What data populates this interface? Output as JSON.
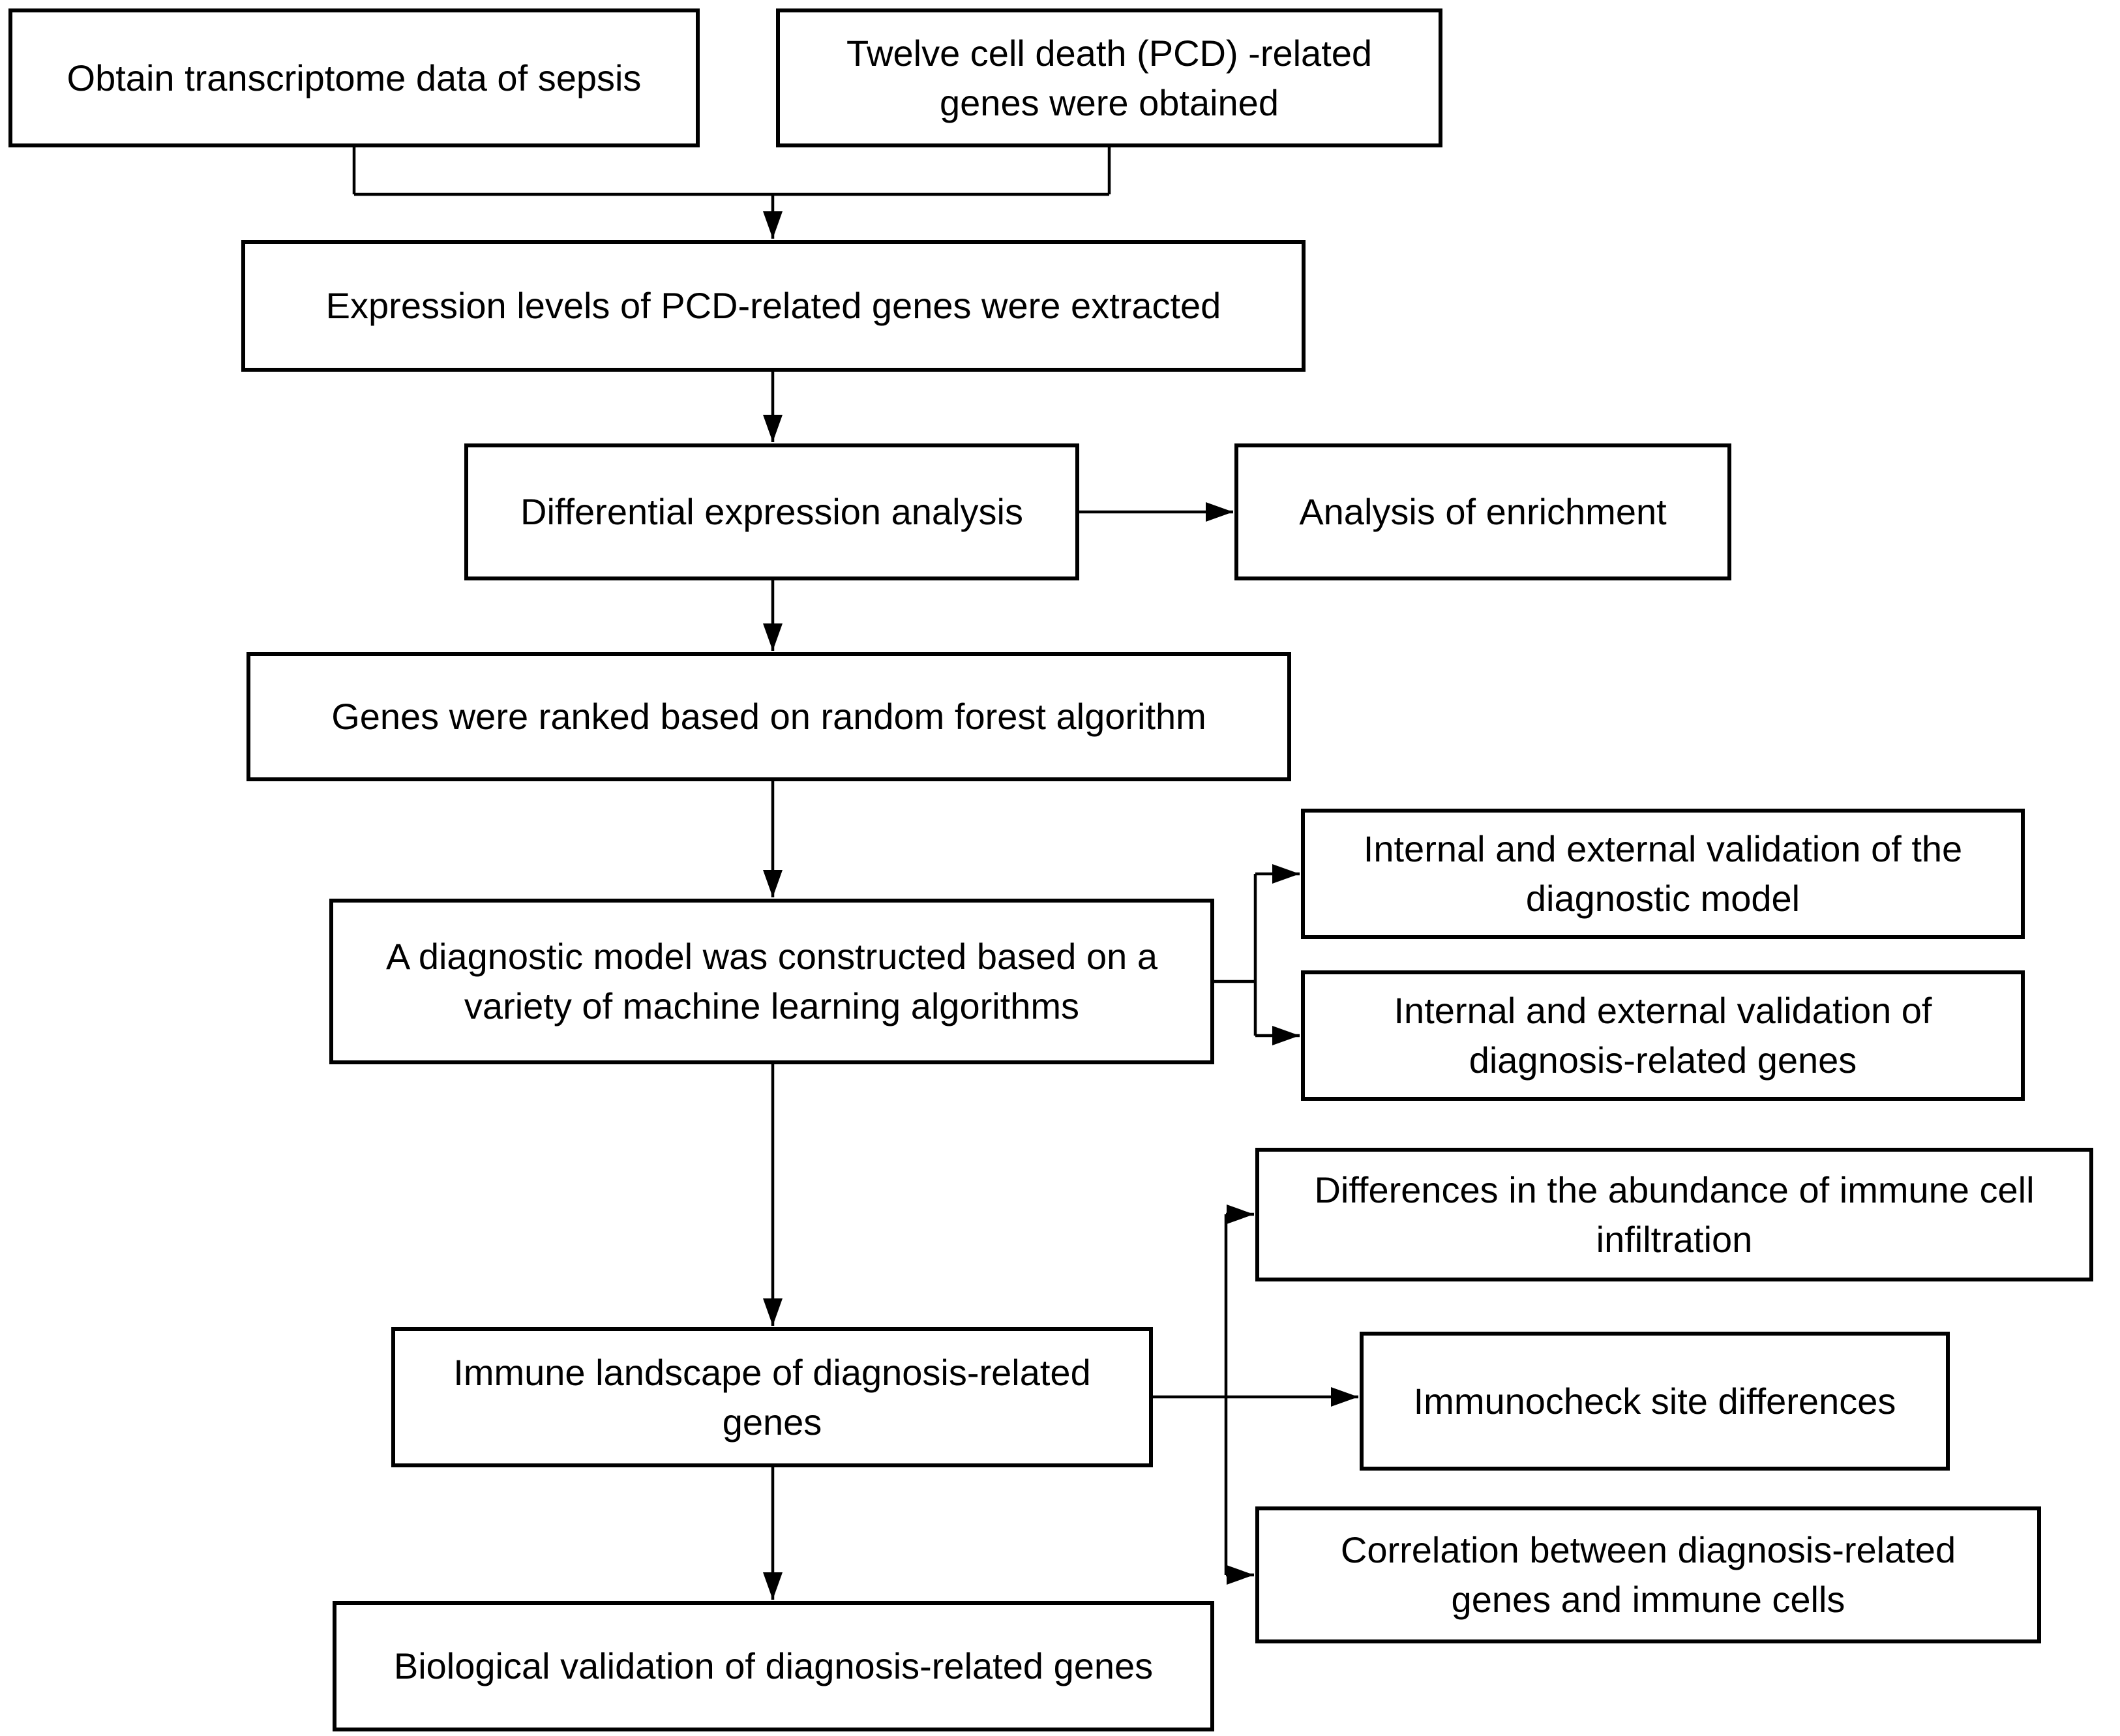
{
  "colors": {
    "box_border": "#000000",
    "box_fill": "#ffffff",
    "text": "#000000",
    "connector": "#000000",
    "background": "#ffffff"
  },
  "nodes": {
    "obtain_data": {
      "label": "Obtain transcriptome data of sepsis"
    },
    "twelve_pcd_genes": {
      "label": "Twelve cell death (PCD) -related\ngenes were obtained"
    },
    "expression_extracted": {
      "label": "Expression levels of PCD-related genes were extracted"
    },
    "differential_analysis": {
      "label": "Differential expression analysis"
    },
    "enrichment": {
      "label": "Analysis of enrichment"
    },
    "random_forest_ranked": {
      "label": "Genes were ranked based on random forest algorithm"
    },
    "diagnostic_model": {
      "label": "A diagnostic model was constructed based on a\nvariety of machine learning algorithms"
    },
    "validation_model": {
      "label": "Internal and external validation of the\ndiagnostic model"
    },
    "validation_genes": {
      "label": "Internal and external validation of\ndiagnosis-related genes"
    },
    "immune_infiltration": {
      "label": "Differences in the abundance of immune cell\ninfiltration"
    },
    "immune_landscape": {
      "label": "Immune landscape of diagnosis-related\ngenes"
    },
    "immunocheck": {
      "label": "Immunocheck site differences"
    },
    "correlation": {
      "label": "Correlation between diagnosis-related\ngenes and immune cells"
    },
    "biological_validation": {
      "label": "Biological validation of diagnosis-related genes"
    }
  }
}
